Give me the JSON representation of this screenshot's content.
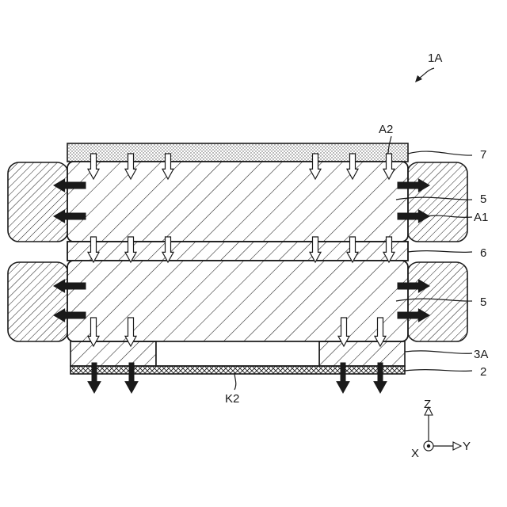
{
  "labels": {
    "assembly": "1A",
    "heat_flow_in": "A2",
    "heat_flow_out": "A1",
    "top_plate": "7",
    "cell_upper": "5",
    "separator": "6",
    "cell_lower": "5",
    "base_layer": "3A",
    "bottom_plate": "2",
    "gap": "K2"
  },
  "axes": {
    "z": "Z",
    "y": "Y",
    "x": "X"
  },
  "colors": {
    "ink": "#1a1a1a",
    "hollow_arrow": "#ffffff",
    "solid_arrow": "#1a1a1a",
    "dots": "#555555"
  }
}
